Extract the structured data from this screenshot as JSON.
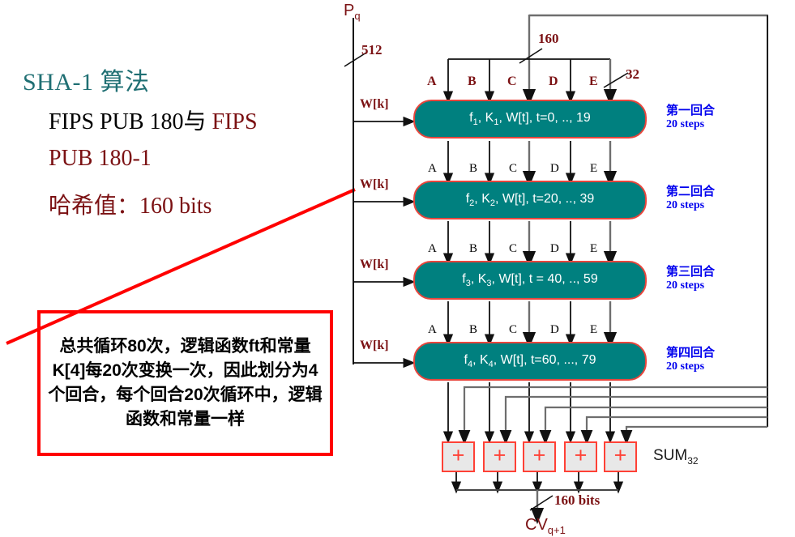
{
  "slide": {
    "title": "SHA-1 算法",
    "bullet_1_plain": "FIPS PUB 180",
    "bullet_1_mid": "与 ",
    "bullet_1_hl": "FIPS",
    "bullet_2": "PUB 180-1",
    "bullet_3": "哈希值：160 bits"
  },
  "callout": {
    "text": "总共循环80次，逻辑函数ft和常量K[4]每20次变换一次，因此划分为4个回合，每个回合20次循环中，逻辑函数和常量一样",
    "border_color": "#ff0000"
  },
  "diagram": {
    "input_block_label": "P",
    "input_block_sub": "q",
    "input_width_label": "512",
    "chaining_width_label": "160",
    "word_width_label": "32",
    "output_label": "CV",
    "output_sub": "q+1",
    "output_width_label": "160 bits",
    "sum_label": "SUM",
    "sum_sub": "32",
    "adder_symbol": "+",
    "box_fill": "#00807f",
    "box_border": "#e8453c",
    "adder_fill": "#e8e8e8",
    "adder_border": "#ff4136",
    "label_color": "#0000ee",
    "annotation_color": "#7b1113",
    "register_letters_top": [
      "A",
      "B",
      "C",
      "D",
      "E"
    ],
    "register_letters": [
      "A",
      "B",
      "C",
      "D",
      "E"
    ],
    "message_schedule_label": "W[k]",
    "rounds": [
      {
        "body_f": "f",
        "body_f_sub": "1",
        "body_k": "K",
        "body_k_sub": "1",
        "body_rest": ", W[t], t=0, .., 19",
        "name_cn": "第一回合",
        "name_en": "20 steps"
      },
      {
        "body_f": "f",
        "body_f_sub": "2",
        "body_k": "K",
        "body_k_sub": "2",
        "body_rest": ", W[t], t=20, .., 39",
        "name_cn": "第二回合",
        "name_en": "20 steps"
      },
      {
        "body_f": "f",
        "body_f_sub": "3",
        "body_k": "K",
        "body_k_sub": "3",
        "body_rest": ", W[t], t = 40, .., 59",
        "name_cn": "第三回合",
        "name_en": "20 steps"
      },
      {
        "body_f": "f",
        "body_f_sub": "4",
        "body_k": "K",
        "body_k_sub": "4",
        "body_rest": ", W[t], t=60, ..., 79",
        "name_cn": "第四回合",
        "name_en": "20 steps"
      }
    ]
  }
}
